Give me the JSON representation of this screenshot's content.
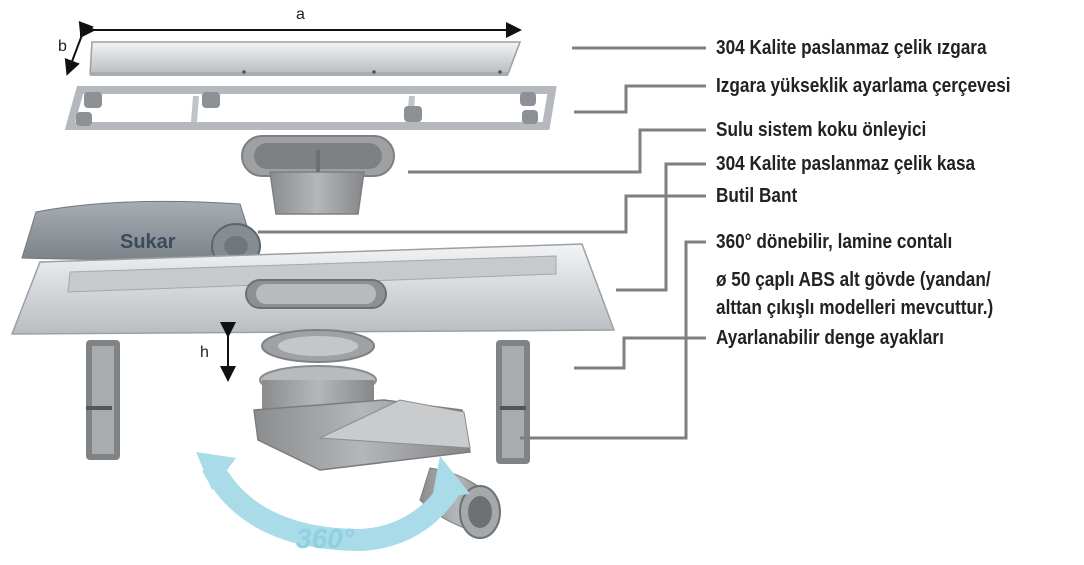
{
  "dimensions": {
    "a": "a",
    "b": "b",
    "h": "h"
  },
  "brand_mark": "Sukar",
  "rotation_label": "360°",
  "callouts": [
    {
      "id": "grate",
      "text": "304 Kalite paslanmaz çelik ızgara"
    },
    {
      "id": "frame",
      "text": "Izgara yükseklik ayarlama çerçevesi"
    },
    {
      "id": "trap",
      "text": "Sulu sistem koku önleyici"
    },
    {
      "id": "housing",
      "text": "304 Kalite paslanmaz çelik kasa"
    },
    {
      "id": "tape",
      "text": "Butil Bant"
    },
    {
      "id": "seal",
      "text": "360° dönebilir, lamine contalı"
    },
    {
      "id": "body_line1",
      "text": "ø 50 çaplı ABS alt gövde (yandan/"
    },
    {
      "id": "body_line2",
      "text": "alttan çıkışlı modelleri mevcuttur.)"
    },
    {
      "id": "feet",
      "text": "Ayarlanabilir denge ayakları"
    }
  ],
  "colors": {
    "steel": "#d9dcdf",
    "plastic": "#9a9c9e",
    "tape": "#8f969c",
    "arrow": "#a9dbe8",
    "leader": "#7f7f7f"
  }
}
